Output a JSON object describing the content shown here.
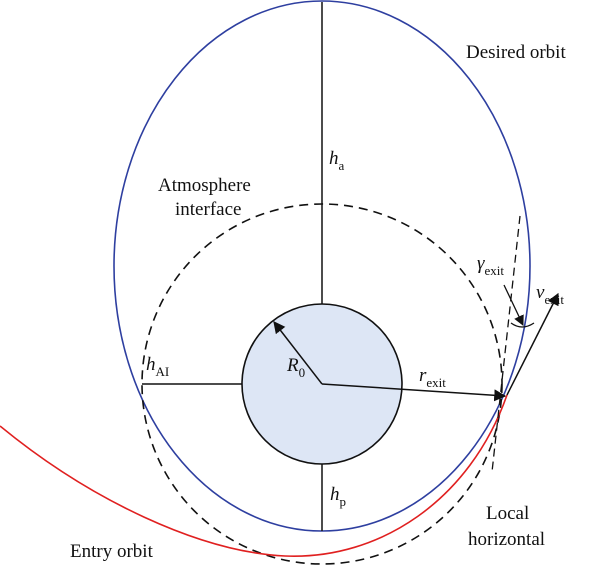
{
  "labels": {
    "desired_orbit": "Desired orbit",
    "atmosphere_interface_line1": "Atmosphere",
    "atmosphere_interface_line2": "interface",
    "local_horizontal_line1": "Local",
    "local_horizontal_line2": "horizontal",
    "entry_orbit": "Entry orbit",
    "h_a": {
      "symbol": "h",
      "subscript": "a"
    },
    "h_AI": {
      "symbol": "h",
      "subscript": "AI"
    },
    "h_p": {
      "symbol": "h",
      "subscript": "p"
    },
    "R_0": {
      "symbol": "R",
      "subscript": "0"
    },
    "r_exit": {
      "symbol": "r",
      "subscript": "exit"
    },
    "gamma_exit": {
      "symbol": "γ",
      "subscript": "exit"
    },
    "v_exit": {
      "symbol": "v",
      "subscript": "exit"
    }
  },
  "colors": {
    "desired_orbit": "#2e3fa0",
    "entry_orbit": "#e02020",
    "planet_fill": "#dde6f5",
    "line": "#111111"
  }
}
